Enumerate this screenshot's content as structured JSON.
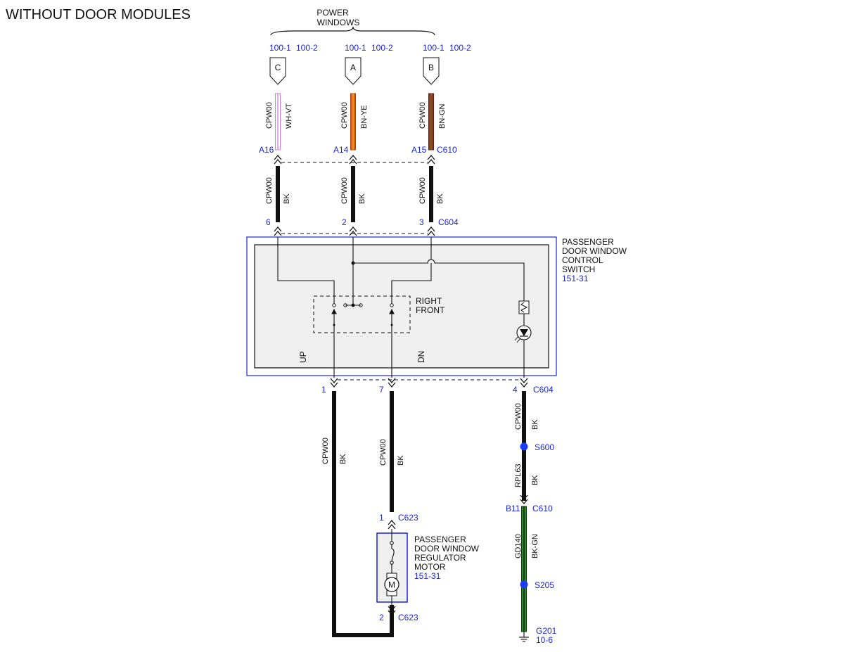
{
  "page_title": "WITHOUT DOOR MODULES",
  "power_windows": {
    "title_line1": "POWER",
    "title_line2": "WINDOWS",
    "refs": [
      {
        "r1": "100-1",
        "r2": "100-2",
        "tag": "C"
      },
      {
        "r1": "100-1",
        "r2": "100-2",
        "tag": "A"
      },
      {
        "r1": "100-1",
        "r2": "100-2",
        "tag": "B"
      }
    ]
  },
  "upper_wires": [
    {
      "circuit": "CPW00",
      "color": "WH-VT",
      "pin": "A16",
      "stroke": "#ffffff",
      "trace": "#d978e0"
    },
    {
      "circuit": "CPW00",
      "color": "BN-YE",
      "pin": "A14",
      "stroke": "#e06010",
      "trace": "#a04010"
    },
    {
      "circuit": "CPW00",
      "color": "BN-GN",
      "pin": "A15",
      "stroke": "#8a3a22",
      "trace": "#6a2a18"
    }
  ],
  "upper_connector": "C610",
  "mid_wires": [
    {
      "circuit": "CPW00",
      "color": "BK",
      "pin": "6"
    },
    {
      "circuit": "CPW00",
      "color": "BK",
      "pin": "2"
    },
    {
      "circuit": "CPW00",
      "color": "BK",
      "pin": "3"
    }
  ],
  "mid_connector": "C604",
  "switch": {
    "name_lines": [
      "PASSENGER",
      "DOOR WINDOW",
      "CONTROL",
      "SWITCH"
    ],
    "ref": "151-31",
    "inner_label_lines": [
      "RIGHT",
      "FRONT"
    ],
    "up_label": "UP",
    "dn_label": "DN"
  },
  "lower": {
    "pins": [
      "1",
      "7",
      "4"
    ],
    "connector": "C604",
    "wire_up": {
      "circuit": "CPW00",
      "color": "BK"
    },
    "wire_dn": {
      "circuit": "CPW00",
      "color": "BK"
    },
    "wire_gnd": {
      "circuit": "CPW00",
      "color": "BK"
    },
    "splice1": "S600",
    "wire_rpl": {
      "circuit": "RPL63",
      "color": "BK"
    },
    "b_pin": "B11",
    "b_connector": "C610",
    "wire_gd": {
      "circuit": "GD140",
      "color": "BK-GN"
    },
    "splice2": "S205",
    "ground": "G201",
    "ground_ref": "10-6"
  },
  "motor": {
    "pin1": "1",
    "conn1": "C623",
    "pin2": "2",
    "conn2": "C623",
    "name_lines": [
      "PASSENGER",
      "DOOR WINDOW",
      "REGULATOR",
      "MOTOR"
    ],
    "ref": "151-31",
    "symbol": "M"
  },
  "colors": {
    "link": "#1b24d6",
    "splice": "#1a3cff",
    "black": "#111111",
    "box_fill": "#efefef",
    "gd_green": "#2e8a2e"
  }
}
